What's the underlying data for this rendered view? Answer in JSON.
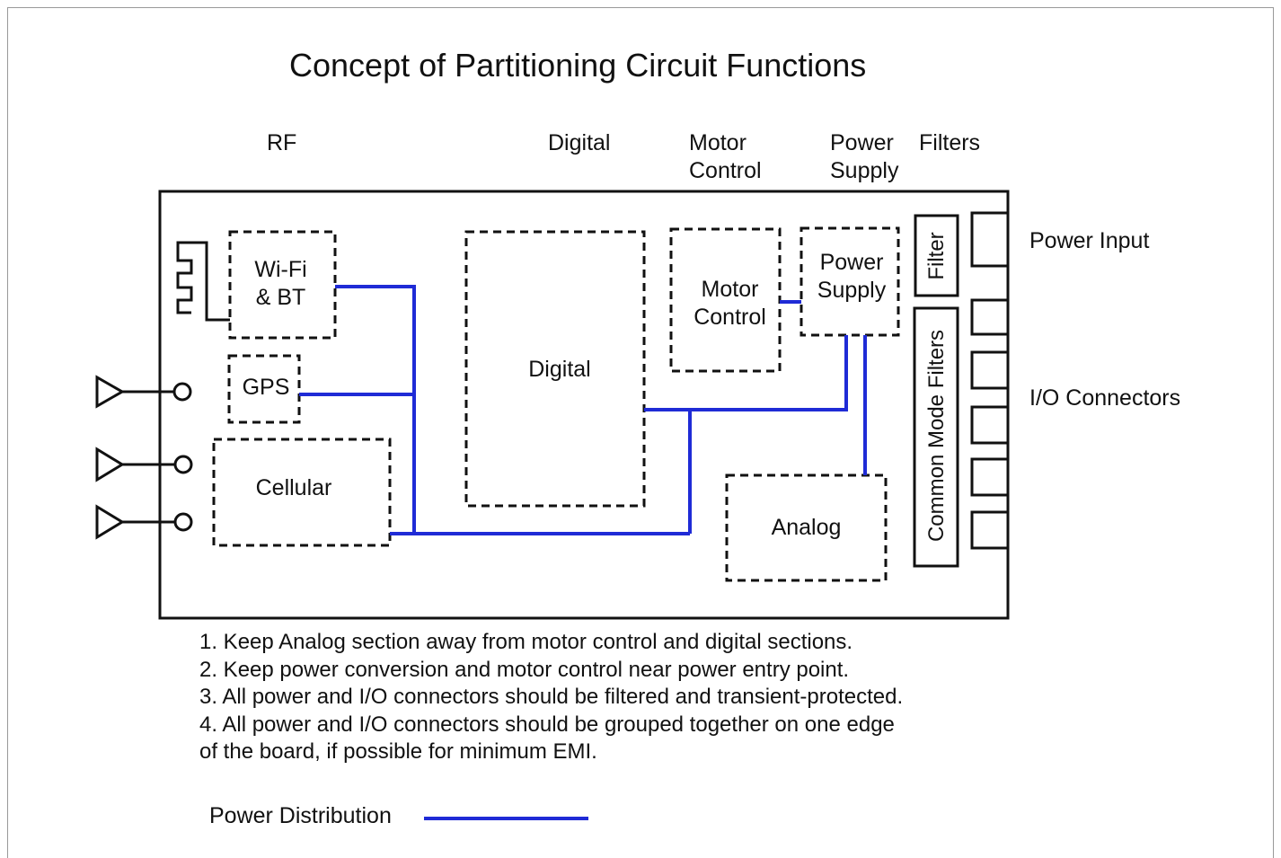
{
  "title": "Concept of Partitioning Circuit Functions",
  "column_headers": {
    "rf": "RF",
    "digital": "Digital",
    "motor_control": [
      "Motor",
      "Control"
    ],
    "power_supply": [
      "Power",
      "Supply"
    ],
    "filters": "Filters"
  },
  "blocks": {
    "wifi_bt": [
      "Wi-Fi",
      "& BT"
    ],
    "gps": "GPS",
    "cellular": "Cellular",
    "digital": "Digital",
    "motor_control": [
      "Motor",
      "Control"
    ],
    "power_supply": [
      "Power",
      "Supply"
    ],
    "analog": "Analog",
    "filter": "Filter",
    "common_mode_filters": "Common Mode Filters"
  },
  "side_labels": {
    "power_input": "Power Input",
    "io_connectors": "I/O Connectors"
  },
  "notes": [
    "1. Keep Analog section away from motor control and digital sections.",
    "2. Keep power conversion and motor control near power entry point.",
    "3. All power and I/O connectors should be filtered and transient-protected.",
    "4. All power and I/O connectors should be grouped together on one edge",
    "of the board, if possible for minimum EMI."
  ],
  "legend": {
    "label": "Power Distribution",
    "color": "#1f2bd6"
  }
}
